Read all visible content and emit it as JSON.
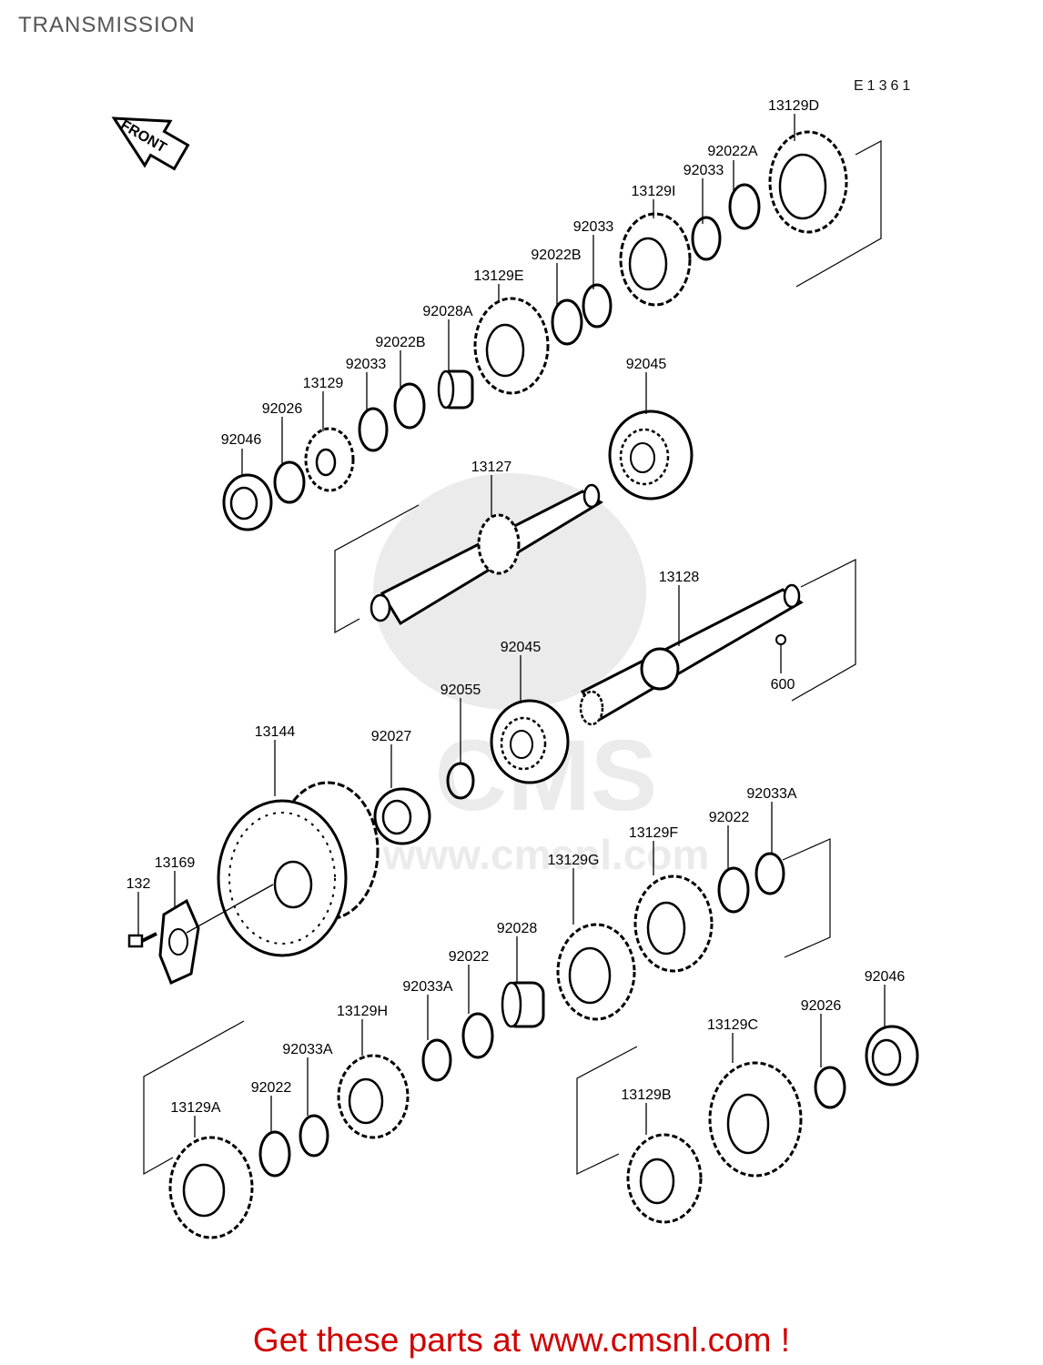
{
  "page": {
    "title": "TRANSMISSION"
  },
  "diagram": {
    "code": "E1361",
    "front_label": "FRONT",
    "watermark": "www.cmsnl.com",
    "watermark_logo": "CMS"
  },
  "parts": [
    {
      "id": "p1",
      "label": "13129D"
    },
    {
      "id": "p2",
      "label": "92022A"
    },
    {
      "id": "p3",
      "label": "92033"
    },
    {
      "id": "p4",
      "label": "13129I"
    },
    {
      "id": "p5",
      "label": "92033"
    },
    {
      "id": "p6",
      "label": "92022B"
    },
    {
      "id": "p7",
      "label": "13129E"
    },
    {
      "id": "p8",
      "label": "92028A"
    },
    {
      "id": "p9",
      "label": "92022B"
    },
    {
      "id": "p10",
      "label": "92033"
    },
    {
      "id": "p11",
      "label": "13129"
    },
    {
      "id": "p12",
      "label": "92026"
    },
    {
      "id": "p13",
      "label": "92046"
    },
    {
      "id": "p14",
      "label": "92045"
    },
    {
      "id": "p15",
      "label": "13127"
    },
    {
      "id": "p16",
      "label": "13128"
    },
    {
      "id": "p17",
      "label": "600"
    },
    {
      "id": "p18",
      "label": "92045"
    },
    {
      "id": "p19",
      "label": "92055"
    },
    {
      "id": "p20",
      "label": "92027"
    },
    {
      "id": "p21",
      "label": "13144"
    },
    {
      "id": "p22",
      "label": "13169"
    },
    {
      "id": "p23",
      "label": "132"
    },
    {
      "id": "p24",
      "label": "92033A"
    },
    {
      "id": "p25",
      "label": "92022"
    },
    {
      "id": "p26",
      "label": "13129F"
    },
    {
      "id": "p27",
      "label": "13129G"
    },
    {
      "id": "p28",
      "label": "92028"
    },
    {
      "id": "p29",
      "label": "92022"
    },
    {
      "id": "p30",
      "label": "92033A"
    },
    {
      "id": "p31",
      "label": "13129H"
    },
    {
      "id": "p32",
      "label": "92033A"
    },
    {
      "id": "p33",
      "label": "92022"
    },
    {
      "id": "p34",
      "label": "13129A"
    },
    {
      "id": "p35",
      "label": "92046"
    },
    {
      "id": "p36",
      "label": "92026"
    },
    {
      "id": "p37",
      "label": "13129C"
    },
    {
      "id": "p38",
      "label": "13129B"
    }
  ],
  "footer": {
    "link_text": "Get these parts at www.cmsnl.com !"
  }
}
